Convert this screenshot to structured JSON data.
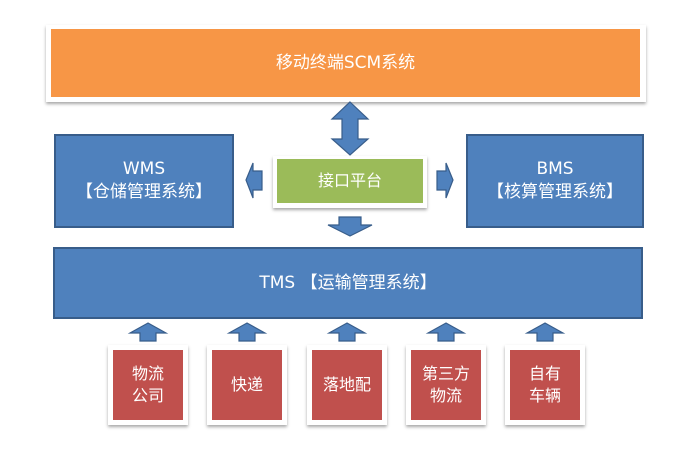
{
  "diagram": {
    "top": {
      "label": "移动终端SCM系统",
      "color": "#f79646"
    },
    "wms": {
      "line1": "WMS",
      "line2": "【仓储管理系统】",
      "color": "#4f81bd"
    },
    "interface": {
      "label": "接口平台",
      "color": "#9bbb59"
    },
    "bms": {
      "line1": "BMS",
      "line2": "【核算管理系统】",
      "color": "#4f81bd"
    },
    "tms": {
      "label": "TMS 【运输管理系统】",
      "color": "#4f81bd"
    },
    "sources": [
      {
        "line1": "物流",
        "line2": "公司"
      },
      {
        "line1": "快递",
        "line2": ""
      },
      {
        "line1": "落地配",
        "line2": ""
      },
      {
        "line1": "第三方",
        "line2": "物流"
      },
      {
        "line1": "自有",
        "line2": "车辆"
      }
    ],
    "source_color": "#c0504d",
    "arrow_color": "#4f81bd",
    "connections": [
      {
        "from": "移动终端SCM系统",
        "to": "接口平台",
        "type": "bidirectional"
      },
      {
        "from": "接口平台",
        "to": "WMS",
        "type": "one-way"
      },
      {
        "from": "接口平台",
        "to": "BMS",
        "type": "one-way"
      },
      {
        "from": "接口平台",
        "to": "TMS",
        "type": "one-way"
      },
      {
        "from": "物流公司",
        "to": "TMS",
        "type": "one-way"
      },
      {
        "from": "快递",
        "to": "TMS",
        "type": "one-way"
      },
      {
        "from": "落地配",
        "to": "TMS",
        "type": "one-way"
      },
      {
        "from": "第三方物流",
        "to": "TMS",
        "type": "one-way"
      },
      {
        "from": "自有车辆",
        "to": "TMS",
        "type": "one-way"
      }
    ]
  }
}
